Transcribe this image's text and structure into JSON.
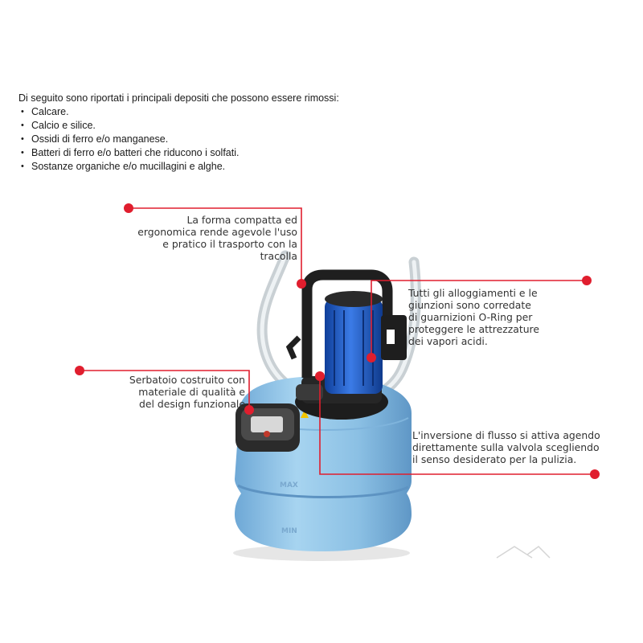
{
  "intro": {
    "heading": "Di seguito sono riportati i principali depositi che possono essere rimossi:",
    "items": [
      "Calcare.",
      "Calcio e silice.",
      "Ossidi di ferro e/o manganese.",
      "Batteri di ferro e/o batteri che riducono i solfati.",
      "Sostanze organiche e/o mucillagini e alghe."
    ]
  },
  "callouts": {
    "handle": [
      "La forma compatta ed",
      "ergonomica rende agevole l'uso",
      "e pratico il trasporto con la",
      "tracolla"
    ],
    "tank": [
      "Serbatoio costruito con",
      "materiale di qualità e",
      "del design funzionale"
    ],
    "oring": [
      "Tutti gli alloggiamenti e le",
      "giunzioni sono corredate",
      "di guarnizioni O-Ring per",
      "proteggere le attrezzature",
      "dei vapori acidi."
    ],
    "flow": [
      "L'inversione di flusso si attiva agendo",
      "direttamente sulla valvola scegliendo",
      "il senso desiderato per la pulizia."
    ]
  },
  "tank_embossing": {
    "max": "MAX",
    "min": "MIN"
  },
  "colors": {
    "accent_red": "#e01e2e",
    "tank_blue": "#8ec3e6",
    "motor_blue": "#1f5fd0",
    "text": "#1a1a1a"
  }
}
